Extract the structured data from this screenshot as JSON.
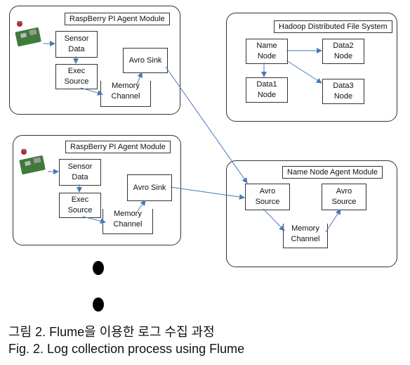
{
  "panels": {
    "pi_top": {
      "title": "RaspBerry PI Agent Module",
      "sensor": [
        "Sensor",
        "Data"
      ],
      "exec": [
        "Exec",
        "Source"
      ],
      "sink": "Avro Sink",
      "memory": [
        "Memory",
        "Channel"
      ]
    },
    "pi_bottom": {
      "title": "RaspBerry PI Agent Module",
      "sensor": [
        "Sensor",
        "Data"
      ],
      "exec": [
        "Exec",
        "Source"
      ],
      "sink": "Avro Sink",
      "memory": [
        "Memory",
        "Channel"
      ]
    },
    "hdfs": {
      "title": "Hadoop Distributed File System",
      "name_node": [
        "Name",
        "Node"
      ],
      "data1": [
        "Data1",
        "Node"
      ],
      "data2": [
        "Data2",
        "Node"
      ],
      "data3": [
        "Data3",
        "Node"
      ]
    },
    "namenode_agent": {
      "title": "Name Node Agent Module",
      "avro_source_left": [
        "Avro",
        "Source"
      ],
      "avro_source_right": [
        "Avro",
        "Source"
      ],
      "memory": [
        "Memory",
        "Channel"
      ]
    }
  },
  "caption": {
    "korean": "그림 2. Flume을 이용한 로그 수집 과정",
    "english": "Fig. 2. Log collection process using Flume"
  },
  "colors": {
    "arrow": "#4a78b8",
    "border": "#333333"
  },
  "icons": [
    "raspberry-pi-board-icon"
  ]
}
